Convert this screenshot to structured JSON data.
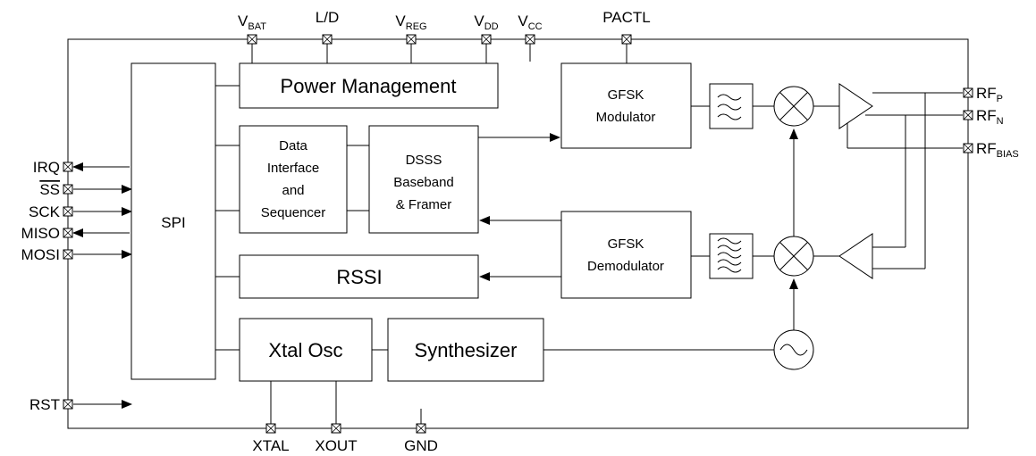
{
  "blocks": {
    "spi": "SPI",
    "power": "Power Management",
    "data_interface": [
      "Data",
      "Interface",
      "and",
      "Sequencer"
    ],
    "dsss": [
      "DSSS",
      "Baseband",
      "& Framer"
    ],
    "gfsk_mod": [
      "GFSK",
      "Modulator"
    ],
    "gfsk_demod": [
      "GFSK",
      "Demodulator"
    ],
    "rssi": "RSSI",
    "xtal_osc": "Xtal Osc",
    "synth": "Synthesizer"
  },
  "pins_top": {
    "vbat": {
      "main": "V",
      "sub": "BAT"
    },
    "ld": {
      "main": "L/D",
      "sub": ""
    },
    "vreg": {
      "main": "V",
      "sub": "REG"
    },
    "vdd": {
      "main": "V",
      "sub": "DD"
    },
    "vcc": {
      "main": "V",
      "sub": "CC"
    },
    "pactl": {
      "main": "PACTL",
      "sub": ""
    }
  },
  "pins_left": {
    "irq": "IRQ",
    "ss": "SS",
    "sck": "SCK",
    "miso": "MISO",
    "mosi": "MOSI",
    "rst": "RST"
  },
  "pins_right": {
    "rfp": {
      "main": "RF",
      "sub": "P"
    },
    "rfn": {
      "main": "RF",
      "sub": "N"
    },
    "rfbias": {
      "main": "RF",
      "sub": "BIAS"
    }
  },
  "pins_bottom": {
    "xtal": "XTAL",
    "xout": "XOUT",
    "gnd": "GND"
  }
}
